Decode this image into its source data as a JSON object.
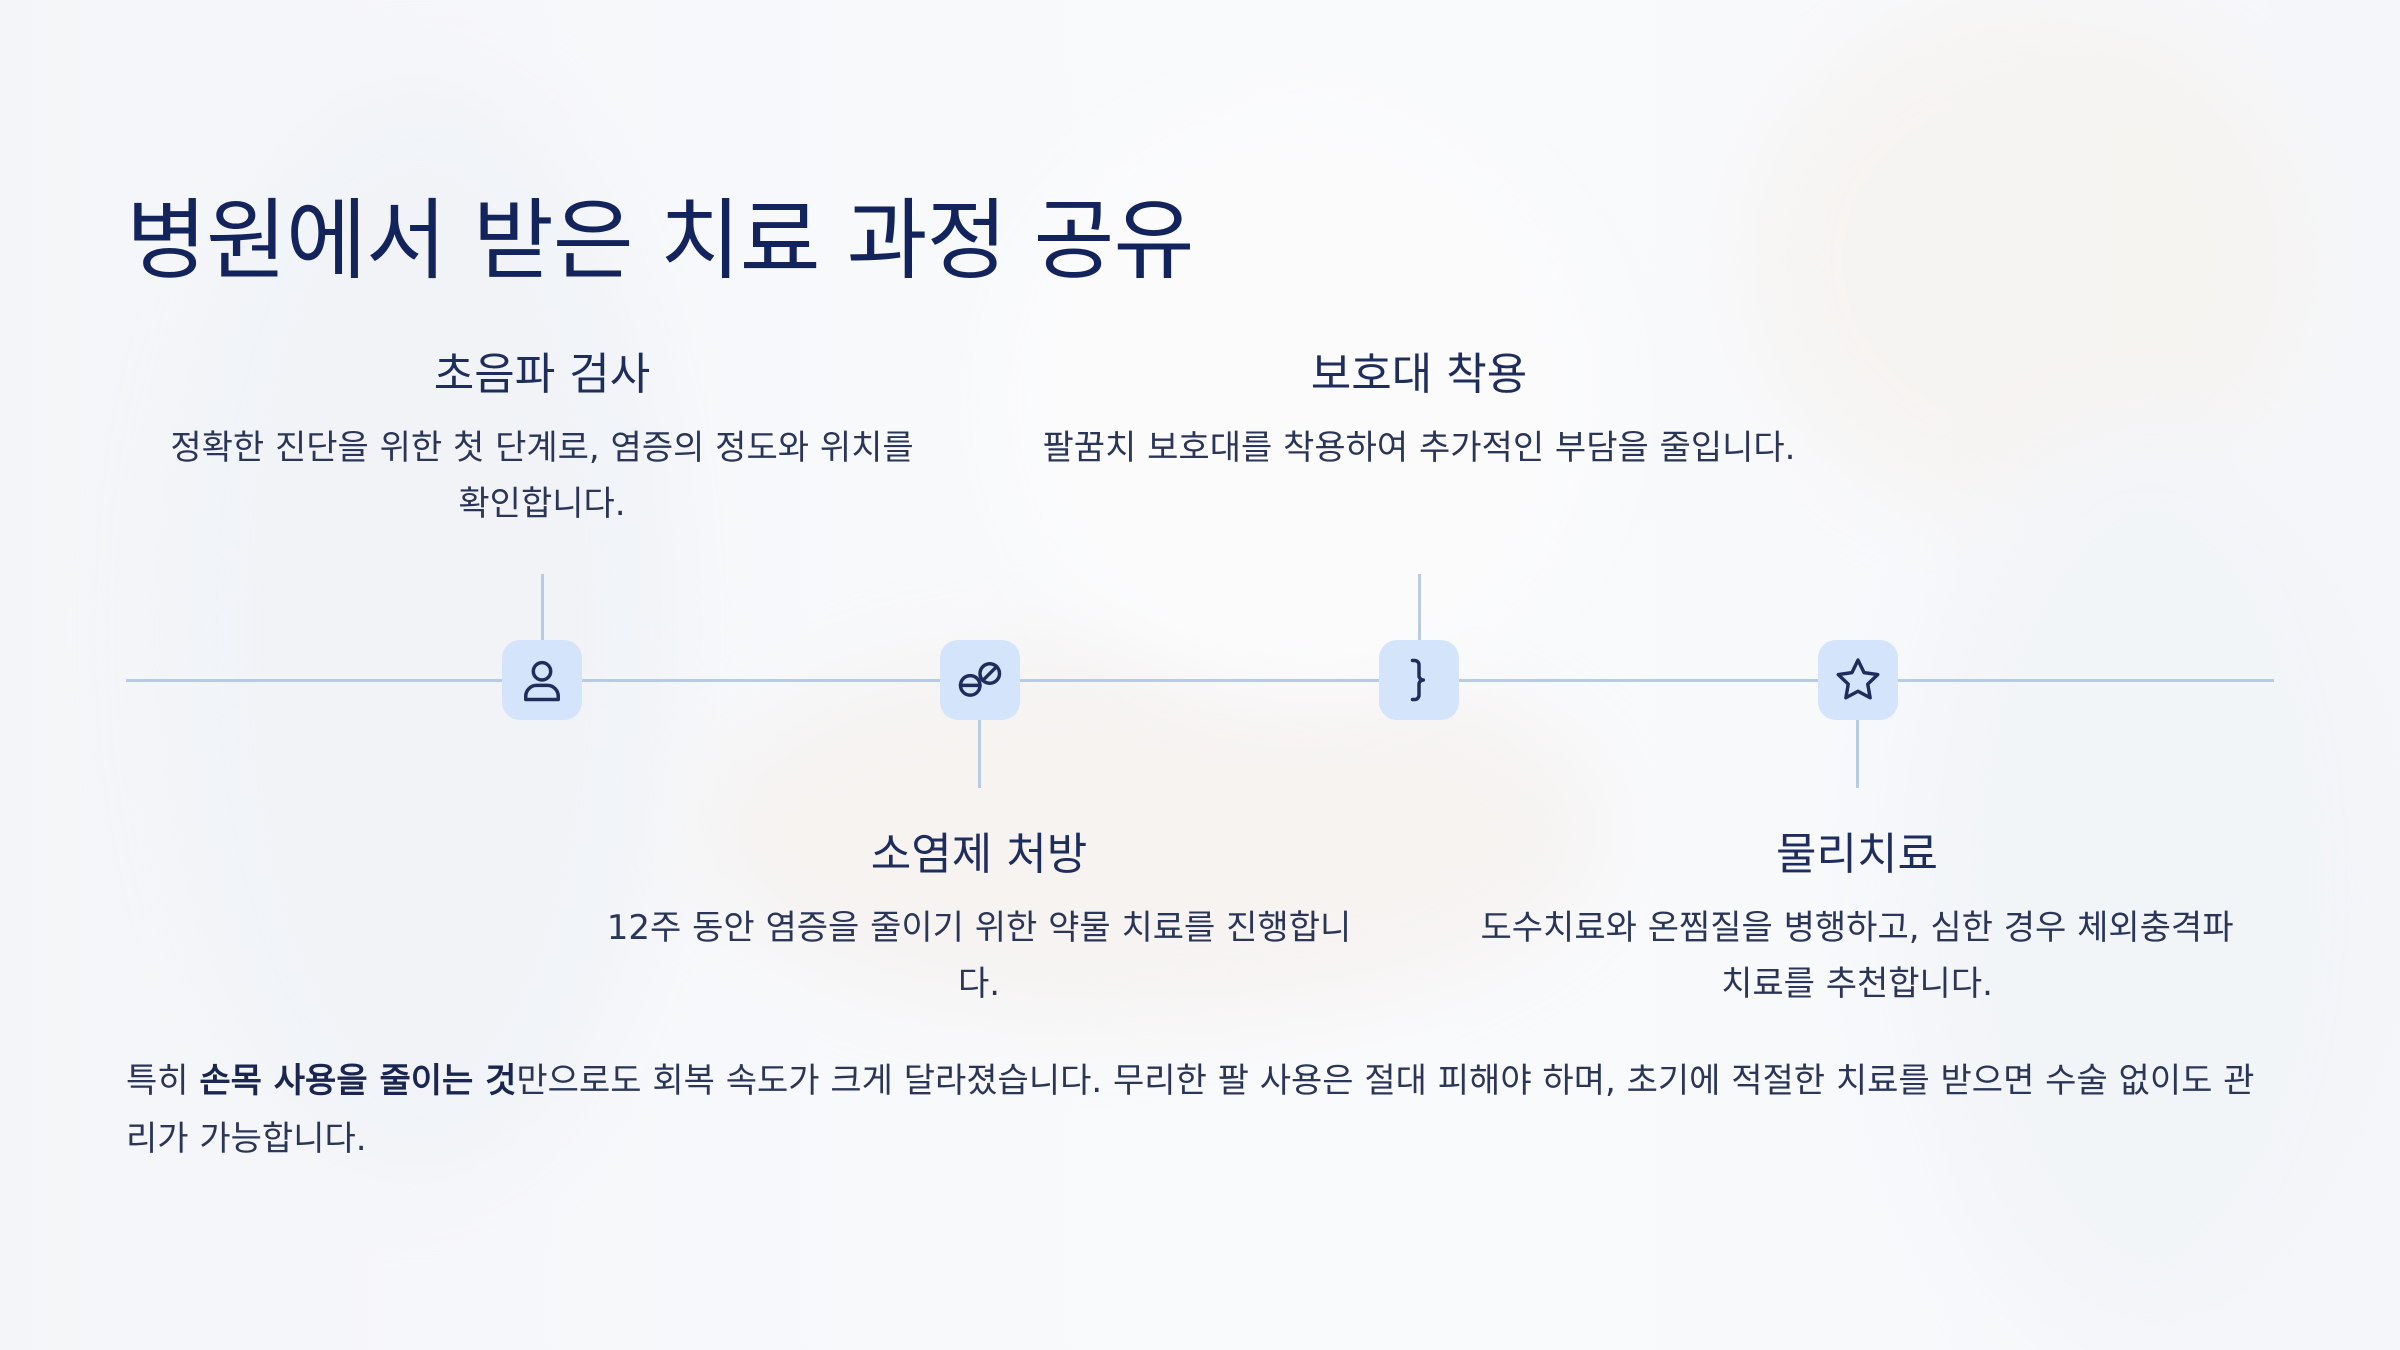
{
  "title": "병원에서 받은 치료 과정 공유",
  "steps": [
    {
      "title": "초음파 검사",
      "description": "정확한 진단을 위한 첫 단계로, 염증의 정도와 위치를 확인합니다.",
      "icon": "person-icon"
    },
    {
      "title": "소염제 처방",
      "description": "12주 동안 염증을 줄이기 위한 약물 치료를 진행합니다.",
      "icon": "pills-icon"
    },
    {
      "title": "보호대 착용",
      "description": "팔꿈치 보호대를 착용하여 추가적인 부담을 줄입니다.",
      "icon": "brace-icon"
    },
    {
      "title": "물리치료",
      "description": "도수치료와 온찜질을 병행하고, 심한 경우 체외충격파 치료를 추천합니다.",
      "icon": "star-icon"
    }
  ],
  "footer": {
    "prefix": "특히 ",
    "emphasis": "손목 사용을 줄이는 것",
    "suffix": "만으로도 회복 속도가 크게 달라졌습니다. 무리한 팔 사용은 절대 피해야 하며, 초기에 적절한 치료를 받으면 수술 없이도 관리가 가능합니다."
  },
  "colors": {
    "title": "#13245c",
    "timeline": "#b8cbe3",
    "node_bg": "#d3e4fb",
    "icon_stroke": "#1f2d5c"
  }
}
